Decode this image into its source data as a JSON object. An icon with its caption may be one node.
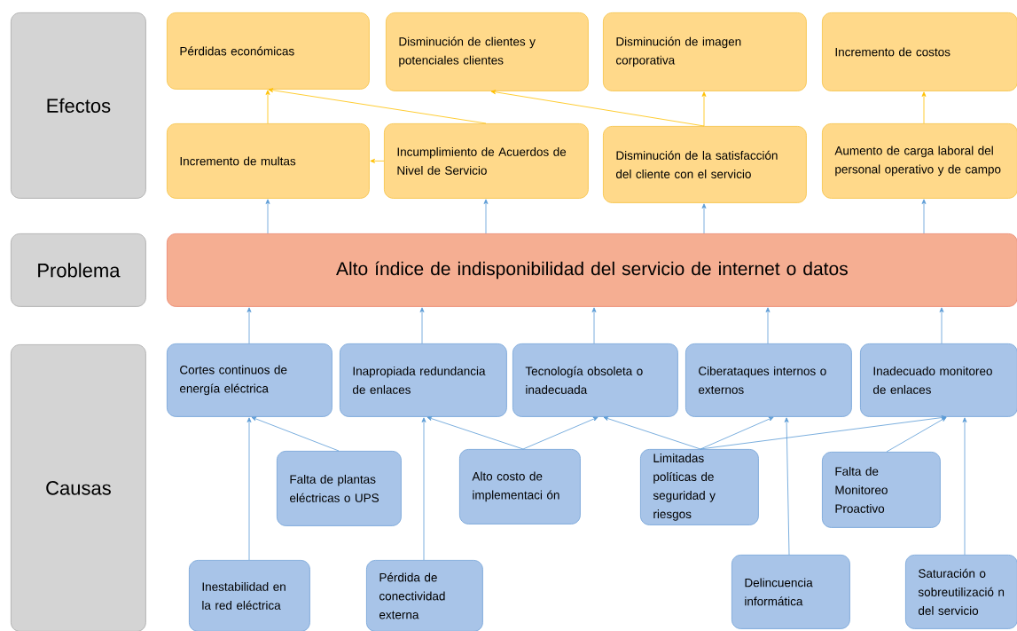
{
  "diagram": {
    "nodes": [
      {
        "text": [
          "Efectos"
        ]
      },
      {
        "text": [
          "Problema"
        ]
      },
      {
        "text": [
          "Causas"
        ]
      },
      {
        "text": [
          "Pérdidas económicas"
        ]
      },
      {
        "text": [
          "Disminución de clientes y potenciales clientes"
        ]
      },
      {
        "text": [
          "Disminución de imagen corporativa"
        ]
      },
      {
        "text": [
          "Incremento de costos"
        ]
      },
      {
        "text": [
          "Incremento de multas"
        ]
      },
      {
        "text": [
          "Incumplimiento de Acuerdos de Nivel de Servicio"
        ]
      },
      {
        "text": [
          "Disminución de la satisfacción del cliente con el servicio"
        ]
      },
      {
        "text": [
          "Aumento de carga laboral del personal operativo y de campo"
        ]
      },
      {
        "text": [
          "Alto índice de indisponibilidad del servicio de internet o datos"
        ]
      },
      {
        "text": [
          "Cortes continuos de energía eléctrica"
        ]
      },
      {
        "text": [
          "Inapropiada redundancia de enlaces"
        ]
      },
      {
        "text": [
          "Tecnología obsoleta o inadecuada"
        ]
      },
      {
        "text": [
          "Ciberataques internos o externos"
        ]
      },
      {
        "text": [
          "Inadecuado monitoreo de enlaces"
        ]
      },
      {
        "text": [
          "Falta de plantas eléctricas o UPS"
        ]
      },
      {
        "text": [
          "Alto costo de implementaci ón"
        ]
      },
      {
        "text": [
          "Limitadas políticas de seguridad y riesgos"
        ]
      },
      {
        "text": [
          "Falta de Monitoreo Proactivo"
        ]
      },
      {
        "text": [
          "Inestabilidad en la red eléctrica"
        ]
      },
      {
        "text": [
          "Pérdida de conectividad externa"
        ]
      },
      {
        "text": [
          "Delincuencia informática"
        ]
      },
      {
        "text": [
          "Saturación o sobreutilizació n del servicio"
        ]
      }
    ],
    "edges": [
      {
        "from": 7,
        "to": 3,
        "arrow": "to",
        "color": "#ffc000"
      },
      {
        "from": 8,
        "to": 7,
        "arrow": "to",
        "color": "#ffc000"
      },
      {
        "from": 8,
        "to": 3,
        "arrow": "to",
        "color": "#ffc000"
      },
      {
        "from": 9,
        "to": 5,
        "arrow": "to",
        "color": "#ffc000"
      },
      {
        "from": 9,
        "to": 4,
        "arrow": "to",
        "color": "#ffc000"
      },
      {
        "from": 10,
        "to": 6,
        "arrow": "to",
        "color": "#ffc000"
      },
      {
        "from": 11,
        "to": 7,
        "arrow": "to"
      },
      {
        "from": 11,
        "to": 8,
        "arrow": "to"
      },
      {
        "from": 11,
        "to": 9,
        "arrow": "to"
      },
      {
        "from": 11,
        "to": 10,
        "arrow": "to"
      },
      {
        "from": 12,
        "to": 11,
        "arrow": "to"
      },
      {
        "from": 13,
        "to": 11,
        "arrow": "to"
      },
      {
        "from": 14,
        "to": 11,
        "arrow": "to"
      },
      {
        "from": 15,
        "to": 11,
        "arrow": "to"
      },
      {
        "from": 16,
        "to": 11,
        "arrow": "to"
      },
      {
        "from": 17,
        "to": 12,
        "arrow": "to"
      },
      {
        "from": 21,
        "to": 12,
        "arrow": "to"
      },
      {
        "from": 18,
        "to": 13,
        "arrow": "to"
      },
      {
        "from": 22,
        "to": 13,
        "arrow": "to"
      },
      {
        "from": 18,
        "to": 14,
        "arrow": "to"
      },
      {
        "from": 19,
        "to": 14,
        "arrow": "to"
      },
      {
        "from": 19,
        "to": 15,
        "arrow": "to"
      },
      {
        "from": 19,
        "to": 16,
        "arrow": "to"
      },
      {
        "from": 20,
        "to": 16,
        "arrow": "to"
      },
      {
        "from": 23,
        "to": 15,
        "arrow": "to"
      },
      {
        "from": 24,
        "to": 16,
        "arrow": "to"
      }
    ]
  }
}
